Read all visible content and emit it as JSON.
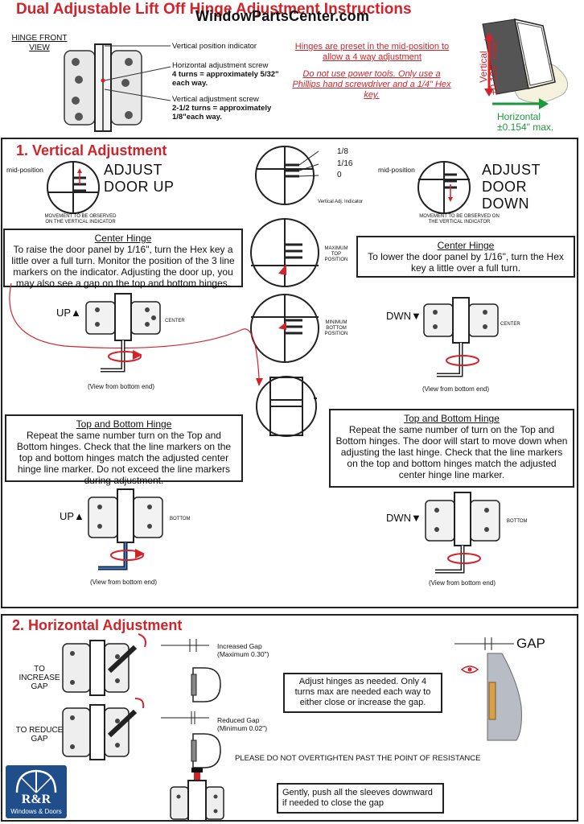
{
  "header": {
    "title": "Dual Adjustable Lift Off Hinge Adjustment Instructions",
    "watermark": "WindowPartsCenter.com"
  },
  "hinge_front": {
    "label": "HINGE FRONT VIEW",
    "callouts": [
      {
        "title": "Vertical position indicator",
        "detail": ""
      },
      {
        "title": "Horizontal adjustment screw",
        "detail": "4 turns = approximately 5/32\" each way."
      },
      {
        "title": "Vertical adjustment screw",
        "detail": "2-1/2 turns = approximately 1/8\"each way."
      }
    ],
    "preset_note": "Hinges are preset in the mid-position to allow a 4 way adjustment",
    "tool_note": "Do not use power tools. Only use a Phillips hand screwdriver and a 1/4\" Hex key.",
    "door_vertical_label": "Vertical",
    "door_vertical_value": "±0.125\" max.",
    "door_horizontal_label": "Horizontal",
    "door_horizontal_value": "±0.154\" max."
  },
  "vertical": {
    "heading": "1. Vertical Adjustment",
    "mid_position": "mid-position",
    "adjust_up": "ADJUST DOOR UP",
    "adjust_down": "ADJUST DOOR DOWN",
    "movement_note": "MOVEMENT TO BE OBSERVED ON THE VERTICAL INDICATOR",
    "indicator_marks": [
      "1/8",
      "1/16",
      "0"
    ],
    "indicator_caption": "Vertical Adj. Indicator",
    "max_top": "MAXIMUM TOP POSITION",
    "min_bottom": "MINIMUM BOTTOM POSITION",
    "center_up": {
      "heading": "Center Hinge",
      "body": "To raise the door panel by 1/16\", turn the Hex key a little over a full turn. Monitor the position of the 3 line markers on the indicator. Adjusting the door up, you may also see a gap on the top and bottom hinges."
    },
    "center_down": {
      "heading": "Center Hinge",
      "body": "To lower the door panel by 1/16\", turn the Hex key a little over a full turn."
    },
    "tb_up": {
      "heading": "Top and Bottom Hinge",
      "body": "Repeat the same number turn on the Top and Bottom hinges. Check that the line markers on the top and bottom hinges match the adjusted center hinge line marker. Do not exceed the line markers during adjustment."
    },
    "tb_down": {
      "heading": "Top and Bottom Hinge",
      "body": "Repeat the same number of turn on the Top and Bottom hinges. The door will start to move down when adjusting the last hinge. Check that the line markers on the top and bottom hinges match the adjusted center hinge line marker."
    },
    "up": "UP▲",
    "dwn": "DWN▼",
    "center": "CENTER",
    "bottom": "BOTTOM",
    "view_bottom": "(View from bottom end)"
  },
  "horizontal": {
    "heading": "2. Horizontal Adjustment",
    "increase": "TO INCREASE GAP",
    "reduce": "TO REDUCE GAP",
    "increased_gap": "Increased Gap (Maximum 0.30\")",
    "reduced_gap": "Reduced Gap (Minimum 0.02\")",
    "gap": "GAP",
    "adjust_note": "Adjust hinges as needed. Only 4 turns max are needed each way to either close or increase the gap.",
    "overtighten": "PLEASE DO NOT OVERTIGHTEN PAST THE POINT OF RESISTANCE",
    "sleeves_note": "Gently, push all the sleeves downward if needed to close the gap"
  },
  "logo": {
    "brand": "R&R",
    "sub": "Windows & Doors"
  }
}
